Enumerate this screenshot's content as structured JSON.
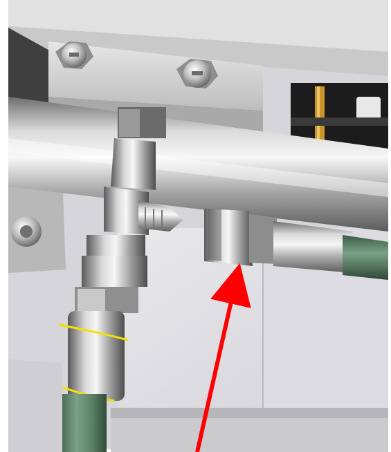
{
  "scene": {
    "subject": "cad-render-tube-fitting-assembly",
    "colors": {
      "background": "#ffffff",
      "panel_light": "#e4e4e4",
      "panel_mid": "#cfcfcf",
      "metal_light": "#f2f2f2",
      "metal_mid": "#b9b9b9",
      "metal_dark": "#5a5a5a",
      "hose_green": "#5f866a",
      "hose_green_dark": "#3f5f49",
      "brass": "#c8952a",
      "annotation_arrow": "#ff0000",
      "marker_yellow": "#f2e200"
    },
    "icons": [
      "annotation-arrow",
      "hex-bolt",
      "tee-fitting",
      "union-nut",
      "flare-fitting",
      "hose"
    ]
  }
}
